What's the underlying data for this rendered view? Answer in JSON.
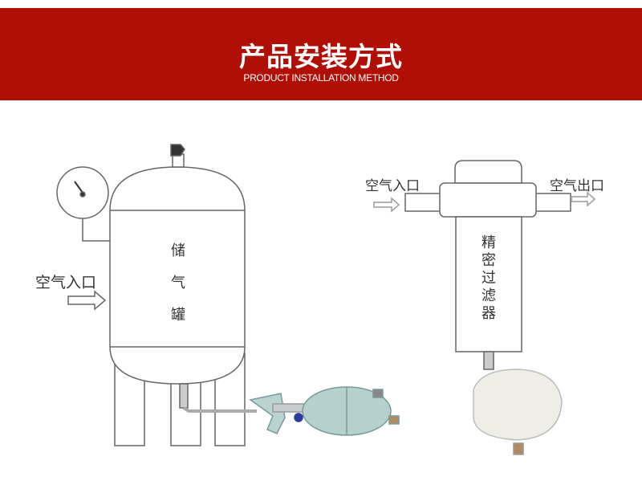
{
  "header": {
    "title": "产品安装方式",
    "subtitle": "PRODUCT INSTALLATION METHOD",
    "color": "#b00f05"
  },
  "left_diagram": {
    "tank_label": [
      "储",
      "气",
      "罐"
    ],
    "inlet_label": "空气入口"
  },
  "right_diagram": {
    "inlet_label": "空气入口",
    "outlet_label": "空气出口",
    "filter_label": [
      "精",
      "密",
      "过",
      "滤",
      "器"
    ]
  }
}
